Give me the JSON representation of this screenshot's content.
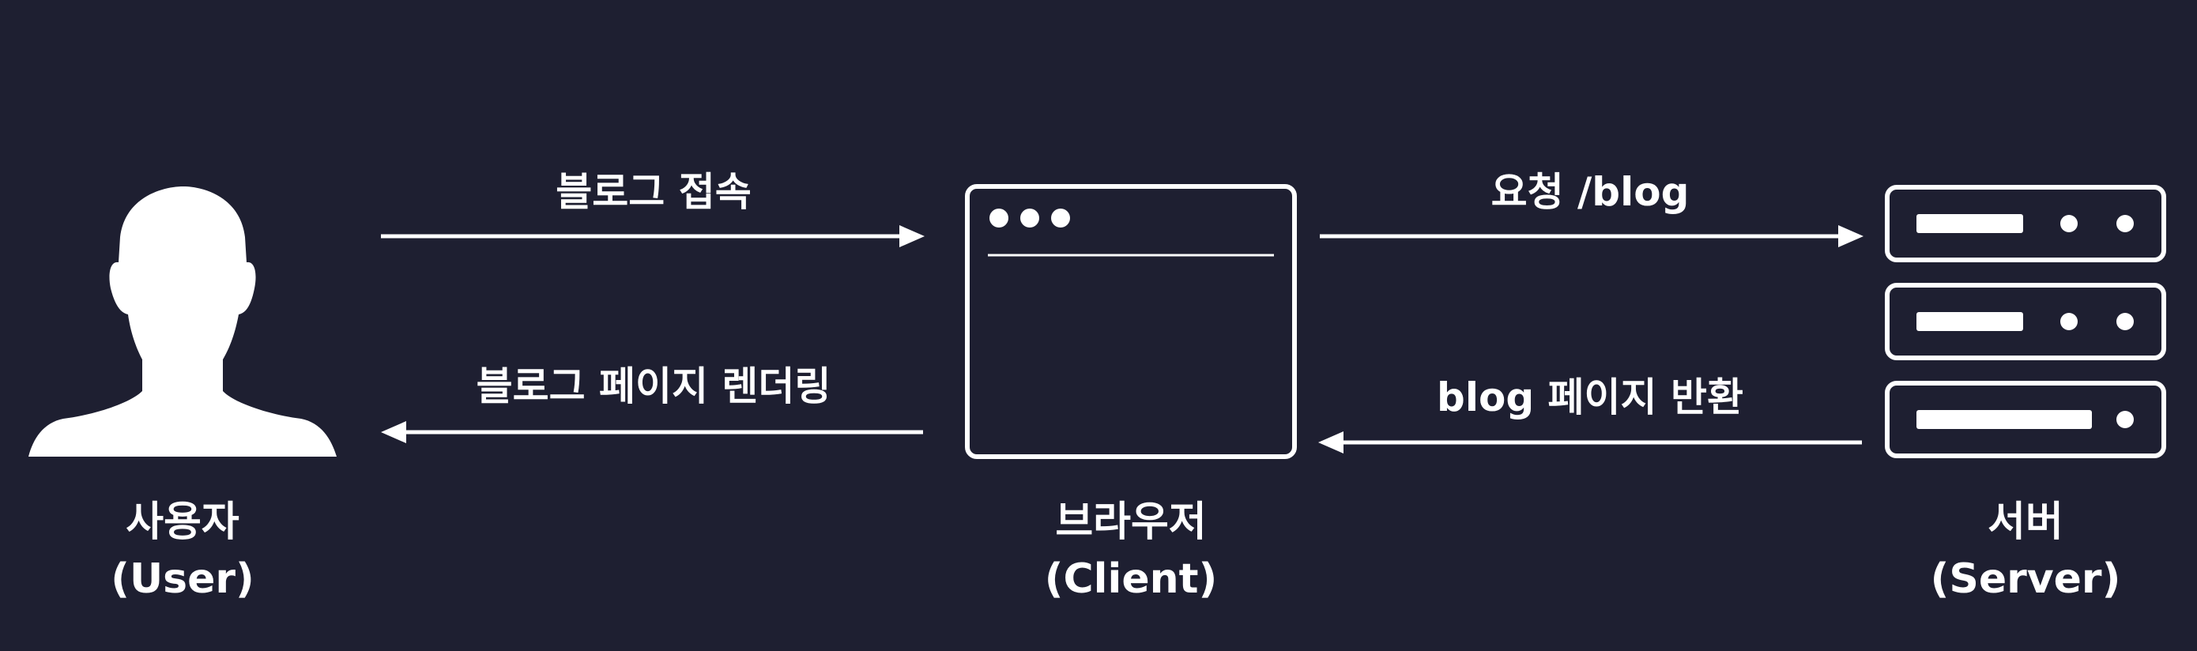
{
  "colors": {
    "background": "#1e1f31",
    "foreground": "#ffffff"
  },
  "nodes": {
    "user": {
      "icon": "user-silhouette-icon",
      "label": "사용자",
      "sublabel": "(User)"
    },
    "client": {
      "icon": "browser-window-icon",
      "label": "브라우저",
      "sublabel": "(Client)"
    },
    "server": {
      "icon": "server-stack-icon",
      "label": "서버",
      "sublabel": "(Server)"
    }
  },
  "arrows": {
    "user_to_client": "블로그 접속",
    "client_to_user": "블로그 페이지 렌더링",
    "client_to_server": "요청 /blog",
    "server_to_client": "blog 페이지 반환"
  }
}
